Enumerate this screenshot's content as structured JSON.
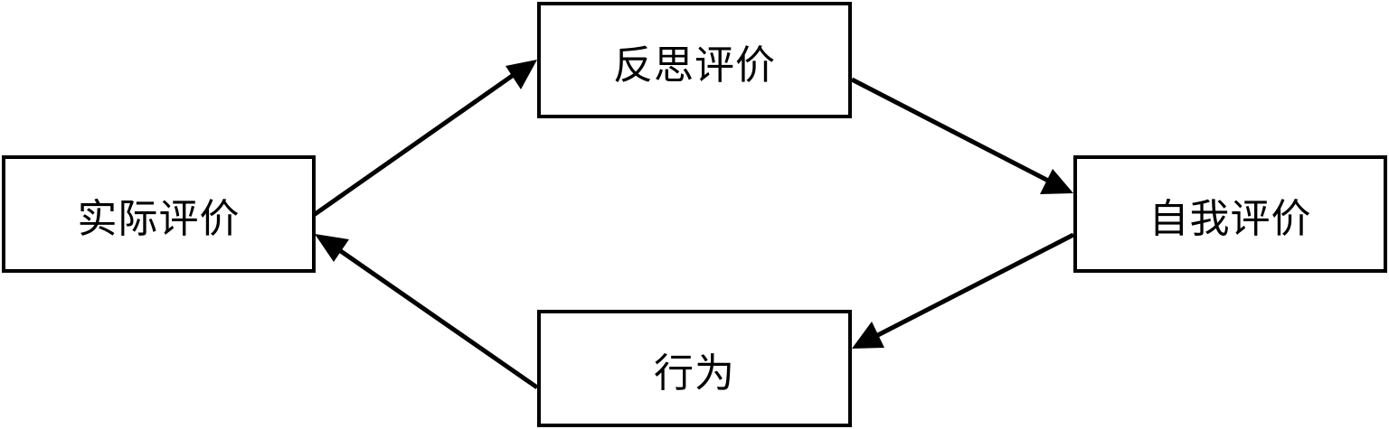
{
  "diagram": {
    "nodes": {
      "reflect": "反思评价",
      "actual": "实际评价",
      "self": "自我评价",
      "action": "行为"
    },
    "edges": [
      {
        "from": "actual",
        "to": "reflect"
      },
      {
        "from": "reflect",
        "to": "self"
      },
      {
        "from": "self",
        "to": "action"
      },
      {
        "from": "action",
        "to": "actual"
      }
    ],
    "colors": {
      "stroke": "#000000",
      "background": "#ffffff"
    }
  }
}
